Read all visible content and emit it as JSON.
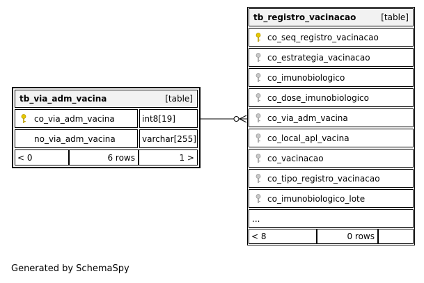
{
  "left_table": {
    "name": "tb_via_adm_vacina",
    "type_label": "[table]",
    "columns": [
      {
        "name": "co_via_adm_vacina",
        "type": "int8[19]",
        "primary": true
      },
      {
        "name": "no_via_adm_vacina",
        "type": "varchar[255]",
        "primary": false
      }
    ],
    "footer": {
      "left": "< 0",
      "rows": "6 rows",
      "right": "1 >"
    }
  },
  "right_table": {
    "name": "tb_registro_vacinacao",
    "type_label": "[table]",
    "columns": [
      {
        "name": "co_seq_registro_vacinacao",
        "primary": true
      },
      {
        "name": "co_estrategia_vacinacao",
        "primary": false
      },
      {
        "name": "co_imunobiologico",
        "primary": false
      },
      {
        "name": "co_dose_imunobiologico",
        "primary": false
      },
      {
        "name": "co_via_adm_vacina",
        "primary": false
      },
      {
        "name": "co_local_apl_vacina",
        "primary": false
      },
      {
        "name": "co_vacinacao",
        "primary": false
      },
      {
        "name": "co_tipo_registro_vacinacao",
        "primary": false
      },
      {
        "name": "co_imunobiologico_lote",
        "primary": false
      }
    ],
    "ellipsis": "...",
    "footer": {
      "left": "< 8",
      "rows": "0 rows",
      "right": ""
    }
  },
  "footer_text": "Generated by SchemaSpy",
  "colors": {
    "pk_key": "#e6c800",
    "fk_key": "#9a9a9a",
    "header_bg": "#f2f2f2",
    "line": "#000000"
  }
}
